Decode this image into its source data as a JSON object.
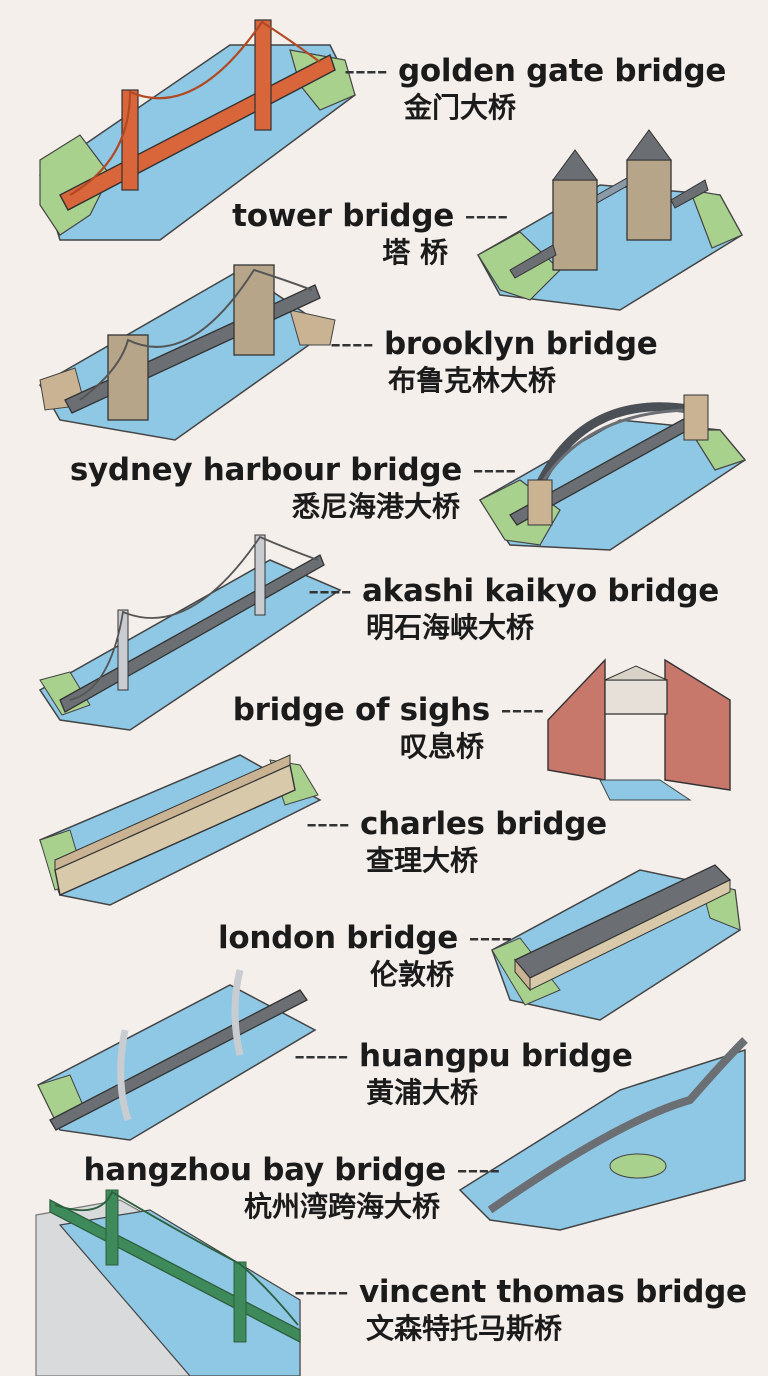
{
  "colors": {
    "background": "#f5efec",
    "water": "#8ec8e4",
    "land": "#a9d18e",
    "golden_gate": "#d9653b",
    "steel_gray": "#6b6f74",
    "stone": "#c9b393",
    "brick": "#c8786a",
    "green_steel": "#3f8a5a"
  },
  "bridges": [
    {
      "en": "golden gate bridge",
      "zh": "金门大桥",
      "icon": "suspension-bridge-icon"
    },
    {
      "en": "tower bridge",
      "zh": "塔 桥",
      "icon": "bascule-bridge-icon"
    },
    {
      "en": "brooklyn bridge",
      "zh": "布鲁克林大桥",
      "icon": "suspension-bridge-icon"
    },
    {
      "en": "sydney harbour bridge",
      "zh": "悉尼海港大桥",
      "icon": "arch-bridge-icon"
    },
    {
      "en": "akashi kaikyo bridge",
      "zh": "明石海峡大桥",
      "icon": "suspension-bridge-icon"
    },
    {
      "en": "bridge of sighs",
      "zh": "叹息桥",
      "icon": "covered-bridge-icon"
    },
    {
      "en": "charles bridge",
      "zh": "查理大桥",
      "icon": "stone-arch-bridge-icon"
    },
    {
      "en": "london bridge",
      "zh": "伦敦桥",
      "icon": "beam-bridge-icon"
    },
    {
      "en": "huangpu bridge",
      "zh": "黄浦大桥",
      "icon": "cable-stayed-bridge-icon"
    },
    {
      "en": "hangzhou bay bridge",
      "zh": "杭州湾跨海大桥",
      "icon": "viaduct-bridge-icon"
    },
    {
      "en": "vincent thomas bridge",
      "zh": "文森特托马斯桥",
      "icon": "suspension-bridge-icon"
    }
  ]
}
